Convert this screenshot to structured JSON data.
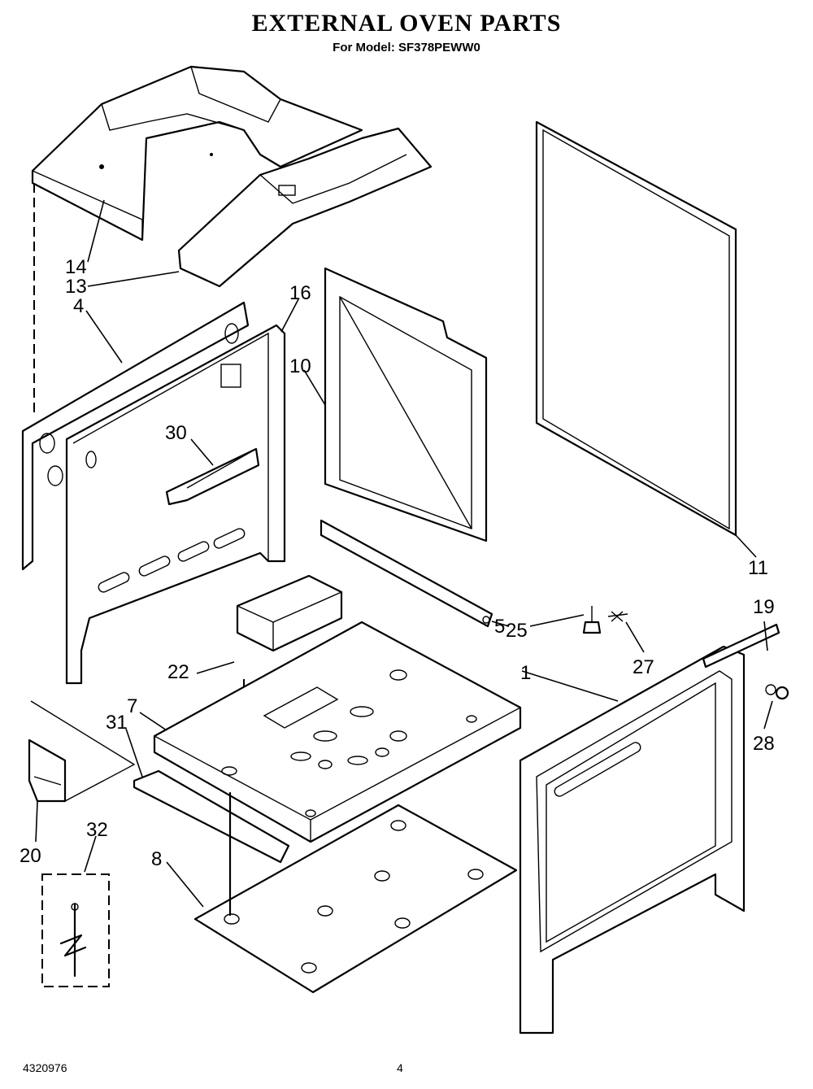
{
  "header": {
    "title": "EXTERNAL OVEN PARTS",
    "model_line": "For Model: SF378PEWW0"
  },
  "footer": {
    "doc_number": "4320976",
    "page_number": "4"
  },
  "callouts": {
    "c1": "1",
    "c4": "4",
    "c5": "5",
    "c7": "7",
    "c8": "8",
    "c10": "10",
    "c11": "11",
    "c13": "13",
    "c14": "14",
    "c16": "16",
    "c19": "19",
    "c20": "20",
    "c22": "22",
    "c25": "25",
    "c27": "27",
    "c28": "28",
    "c30": "30",
    "c31": "31",
    "c32": "32"
  }
}
